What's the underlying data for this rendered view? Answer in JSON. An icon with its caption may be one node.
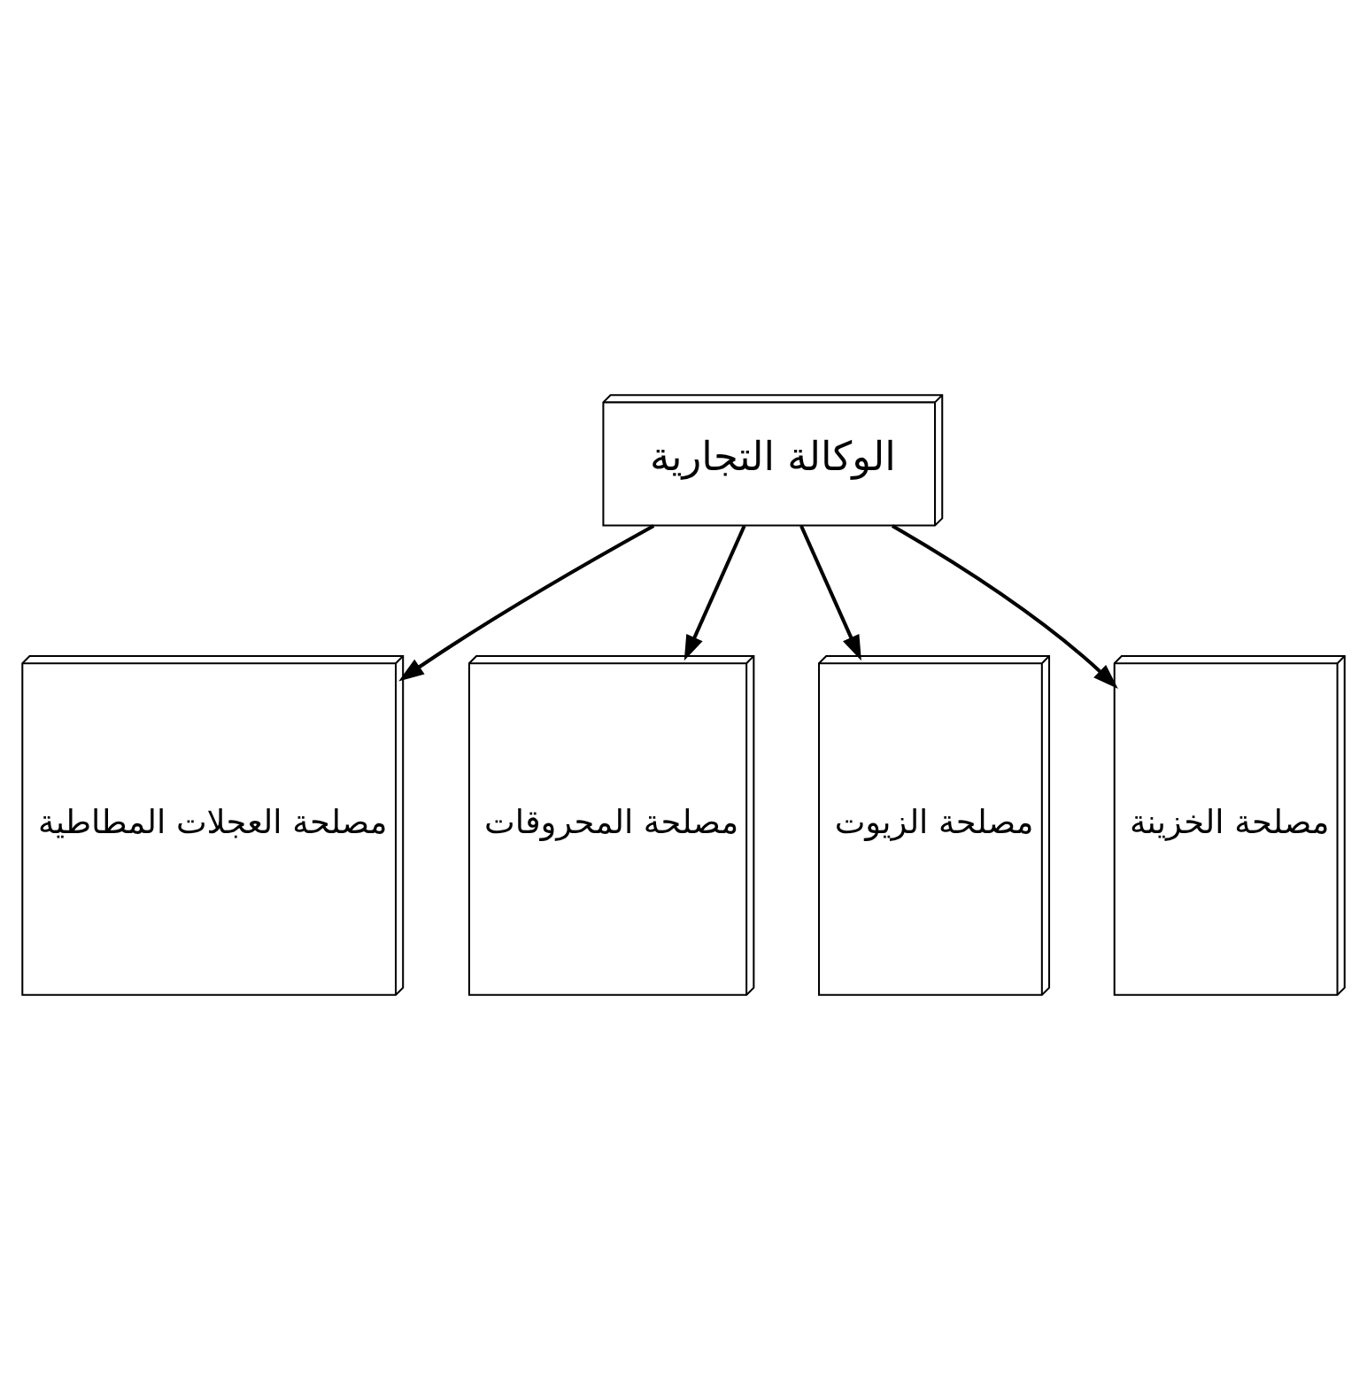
{
  "diagram": {
    "nodes": [
      {
        "text": [
          "الوكالة التجارية"
        ]
      },
      {
        "text": [
          "مصلحة العجلات المطاطية"
        ]
      },
      {
        "text": [
          "مصلحة المحروقات"
        ]
      },
      {
        "text": [
          "مصلحة الزيوت"
        ]
      },
      {
        "text": [
          "مصلحة الخزينة"
        ]
      }
    ],
    "edges": [
      {
        "from": 0,
        "to": 1,
        "arrow": "to"
      },
      {
        "from": 0,
        "to": 2,
        "arrow": "to"
      },
      {
        "from": 0,
        "to": 3,
        "arrow": "to"
      },
      {
        "from": 0,
        "to": 4,
        "arrow": "to"
      }
    ]
  }
}
